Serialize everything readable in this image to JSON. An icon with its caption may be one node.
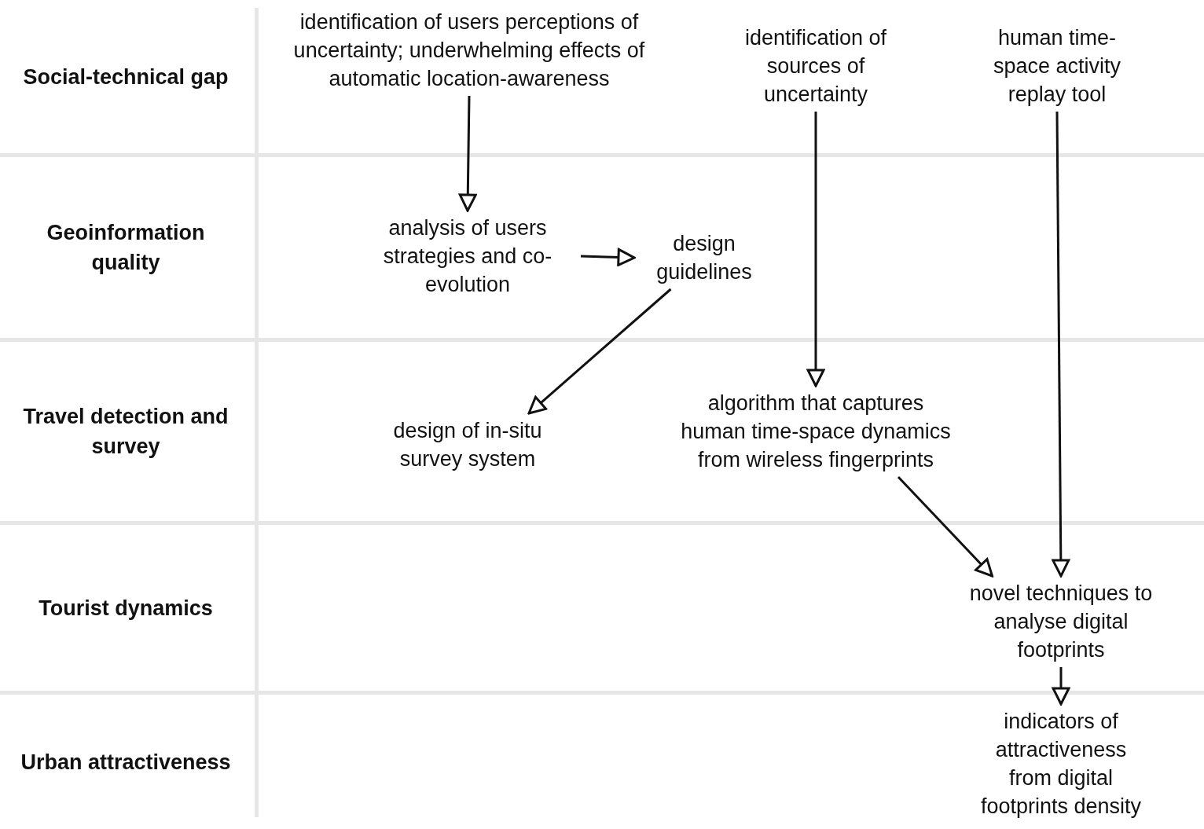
{
  "diagram": {
    "nodes": [
      {
        "text": [
          "Social-technical gap"
        ]
      },
      {
        "text": [
          "identification of users perceptions of uncertainty; underwhelming effects of automatic location-awareness"
        ],
        "in": 0
      },
      {
        "text": [
          "identification of sources of uncertainty"
        ],
        "in": 0
      },
      {
        "text": [
          "human time-space activity replay tool"
        ],
        "in": 0
      },
      {
        "text": [
          "Geoinformation quality"
        ]
      },
      {
        "text": [
          "analysis of users strategies and co-evolution"
        ],
        "in": 4
      },
      {
        "text": [
          "design guidelines"
        ],
        "in": 4
      },
      {
        "text": [
          "Travel detection and survey"
        ]
      },
      {
        "text": [
          "design of in-situ survey system"
        ],
        "in": 7
      },
      {
        "text": [
          "algorithm that captures human time-space dynamics from wireless fingerprints"
        ],
        "in": 7
      },
      {
        "text": [
          "Tourist dynamics"
        ]
      },
      {
        "text": [
          "novel techniques to analyse digital footprints"
        ],
        "in": 10
      },
      {
        "text": [
          "Urban attractiveness"
        ]
      },
      {
        "text": [
          "indicators of attractiveness from digital footprints density"
        ],
        "in": 12
      }
    ],
    "edges": [
      {
        "from": 1,
        "to": 5,
        "arrow": "to"
      },
      {
        "from": 5,
        "to": 6,
        "arrow": "to"
      },
      {
        "from": 6,
        "to": 8,
        "arrow": "to"
      },
      {
        "from": 2,
        "to": 9,
        "arrow": "to"
      },
      {
        "from": 3,
        "to": 11,
        "arrow": "to"
      },
      {
        "from": 9,
        "to": 11,
        "arrow": "to"
      },
      {
        "from": 11,
        "to": 13,
        "arrow": "to"
      }
    ]
  }
}
